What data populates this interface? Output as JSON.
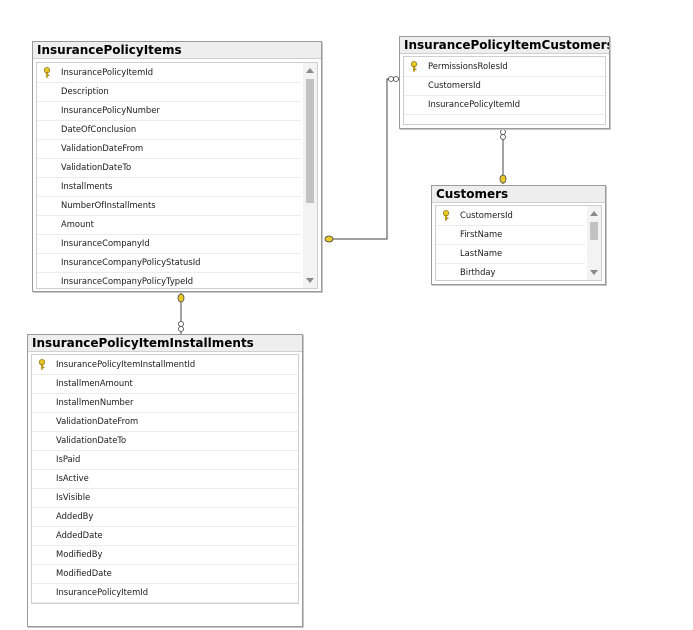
{
  "colors": {
    "key": "#e8c92a",
    "line": "#444444",
    "title_bg": "#eeeeee"
  },
  "tables": {
    "policy_items": {
      "title": "InsurancePolicyItems",
      "columns": [
        "InsurancePolicyItemId",
        "Description",
        "InsurancePolicyNumber",
        "DateOfConclusion",
        "ValidationDateFrom",
        "ValidationDateTo",
        "Installments",
        "NumberOfInstallments",
        "Amount",
        "InsuranceCompanyId",
        "InsuranceCompanyPolicyStatusId",
        "InsuranceCompanyPolicyTypeId"
      ]
    },
    "item_customers": {
      "title": "InsurancePolicyItemCustomers",
      "columns": [
        "PermissionsRolesId",
        "CustomersId",
        "InsurancePolicyItemId"
      ]
    },
    "customers": {
      "title": "Customers",
      "columns": [
        "CustomersId",
        "FirstName",
        "LastName",
        "Birthday"
      ]
    },
    "installments": {
      "title": "InsurancePolicyItemInstallments",
      "columns": [
        "InsurancePolicyItemInstallmentId",
        "InstallmenAmount",
        "InstallmenNumber",
        "ValidationDateFrom",
        "ValidationDateTo",
        "IsPaid",
        "IsActive",
        "IsVisible",
        "AddedBy",
        "AddedDate",
        "ModifiedBy",
        "ModifiedDate",
        "InsurancePolicyItemId"
      ]
    }
  }
}
